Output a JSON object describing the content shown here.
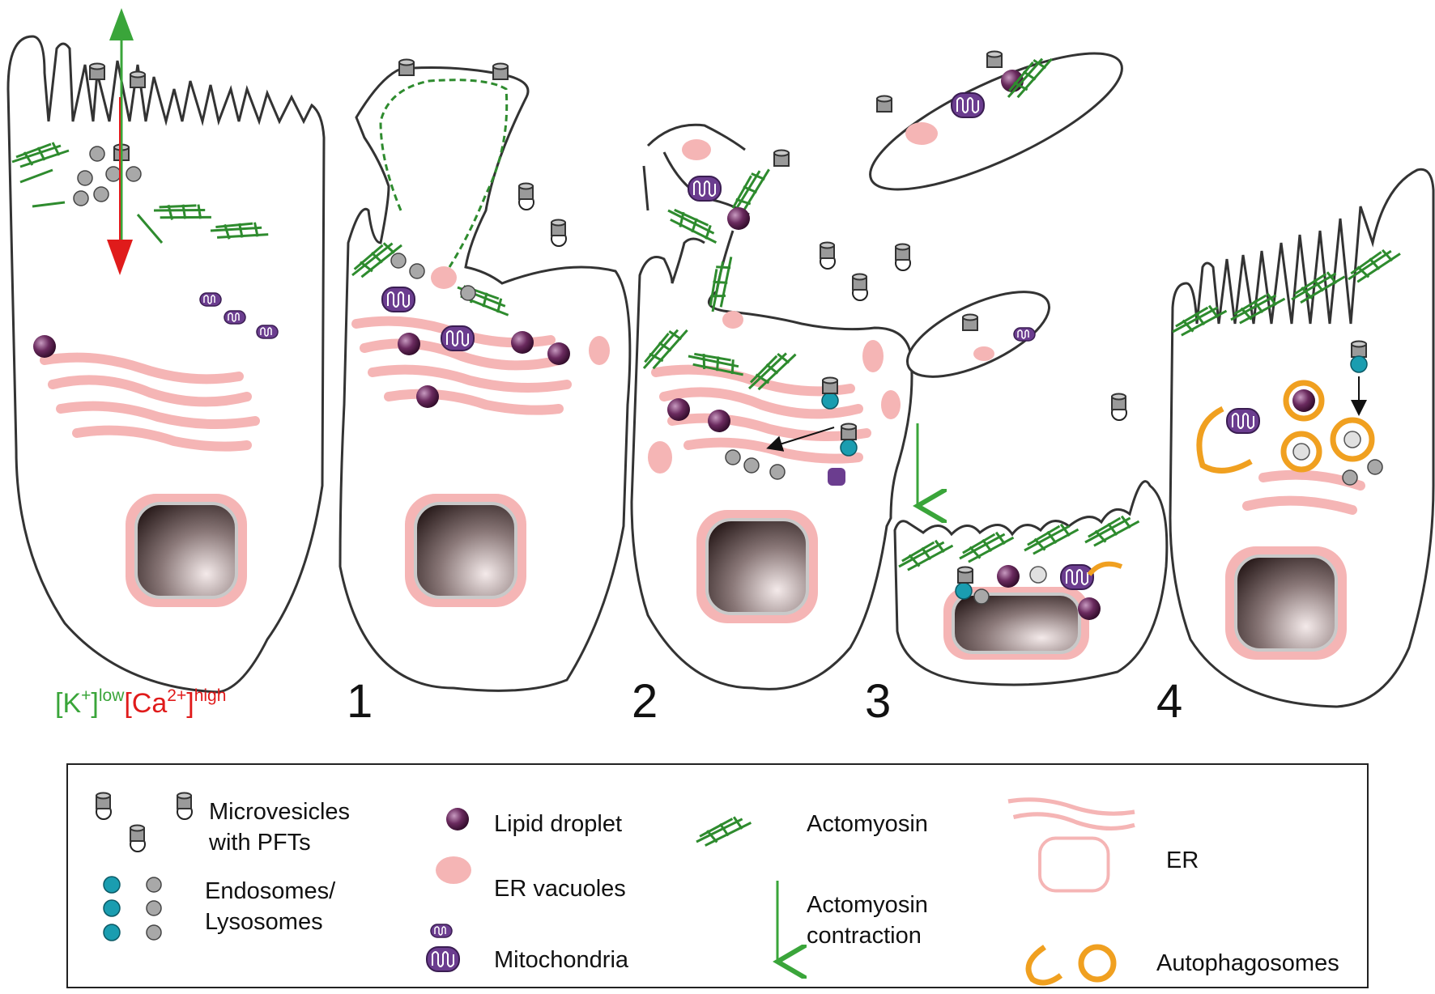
{
  "diagram": {
    "panels": [
      {
        "number": "1"
      },
      {
        "number": "2"
      },
      {
        "number": "3"
      },
      {
        "number": "4"
      }
    ],
    "ion_label": {
      "k_base": "[K",
      "k_sup": "+",
      "k_close": "]",
      "k_level": "low",
      "ca_base": "[Ca",
      "ca_sup": "2+",
      "ca_close": "]",
      "ca_level": "high"
    },
    "legend": {
      "microvesicles_line1": "Microvesicles",
      "microvesicles_line2": "with PFTs",
      "endosomes_line1": "Endosomes/",
      "endosomes_line2": "Lysosomes",
      "lipid_droplet": "Lipid droplet",
      "er_vacuoles": "ER vacuoles",
      "mitochondria": "Mitochondria",
      "actomyosin": "Actomyosin",
      "actomyosin_contraction_line1": "Actomyosin",
      "actomyosin_contraction_line2": "contraction",
      "er": "ER",
      "autophagosomes": "Autophagosomes"
    },
    "colors": {
      "outline": "#333333",
      "actomyosin": "#2e8b2e",
      "er": "#f5b5b5",
      "mitochondria": "#6b3d8f",
      "lipid_droplet": "#5a1d4f",
      "endosome": "#1a9db0",
      "lysosome": "#a8a8a8",
      "autophagosome": "#f0a020",
      "k_low": "#3aa53a",
      "ca_high": "#e01b1b"
    }
  }
}
